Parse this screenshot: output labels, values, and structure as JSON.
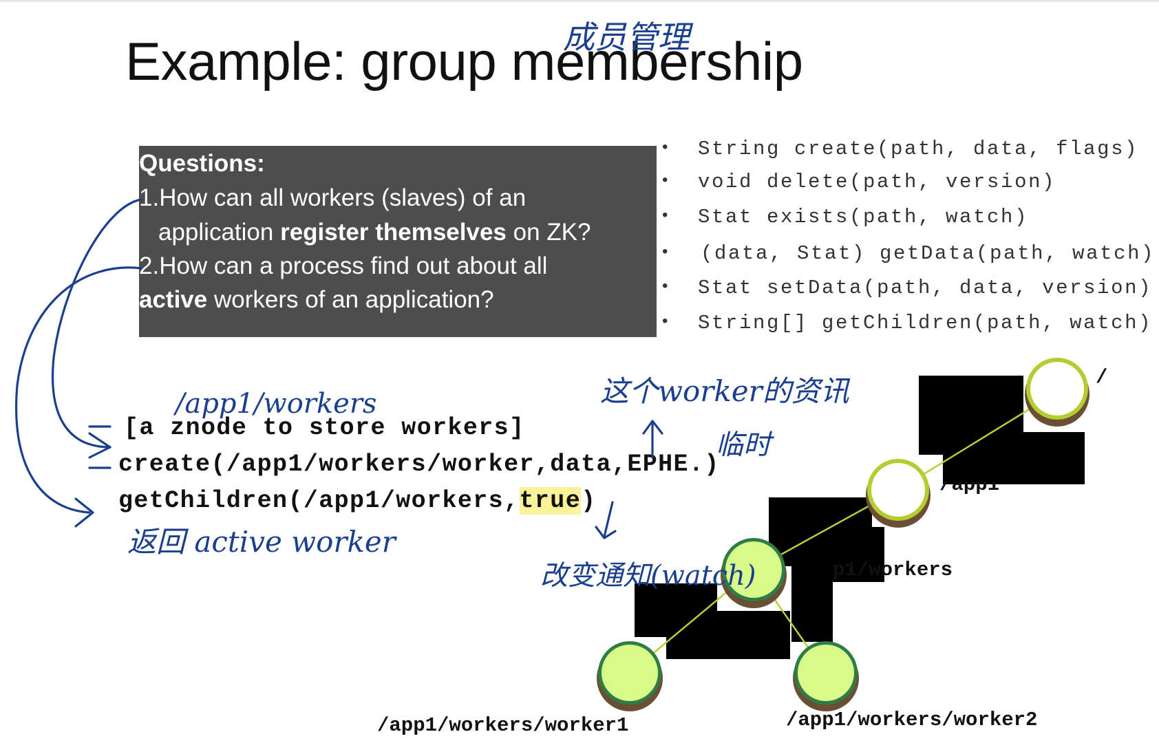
{
  "slide": {
    "title": "Example: group membership",
    "questions": {
      "heading": "Questions:",
      "q1_line1": "1.How can all workers (slaves) of an",
      "q1_line2_pre": "application ",
      "q1_line2_bold": "register themselves",
      "q1_line2_post": " on ZK?",
      "q2_line1": "2.How can a process find out about all",
      "q2_line2_bold": "active",
      "q2_line2_post": " workers of an application?"
    },
    "api": [
      {
        "bullet": "•",
        "signature": "String create(path, data, flags)"
      },
      {
        "bullet": "•",
        "signature": "void delete(path, version)"
      },
      {
        "bullet": "•",
        "signature": "Stat exists(path, watch)"
      },
      {
        "bullet": "•",
        "signature": "(data, Stat) getData(path, watch)"
      },
      {
        "bullet": "•",
        "signature": "Stat setData(path, data, version)"
      },
      {
        "bullet": "•",
        "signature": "String[] getChildren(path, watch)"
      }
    ],
    "code": {
      "line1": "[a znode to store workers]",
      "line2": "create(/app1/workers/worker,data,EPHE.)",
      "line3_pre": "getChildren(/app1/workers,",
      "line3_hl": "true",
      "line3_post": ")"
    },
    "tree": {
      "root_label": "/",
      "app1_label": "/app1",
      "workers_label": "p1/workers",
      "worker1_label": "/app1/workers/worker1",
      "worker2_label": "/app1/workers/worker2"
    },
    "annotations": {
      "title_note": "成员管理",
      "path_note": "/app1/workers",
      "worker_info_note": "这个worker的资讯",
      "ephemeral_note": "临时",
      "watch_note": "改变通知(watch)",
      "return_note": "返回 active worker"
    },
    "colors": {
      "question_box": "#4d4d4d",
      "ink": "#1a3f8f",
      "highlight": "#fbf29a",
      "node_fill": "#d8fa8a",
      "root_fill": "#ffffff",
      "node_ring": "#7a5a3a"
    }
  }
}
